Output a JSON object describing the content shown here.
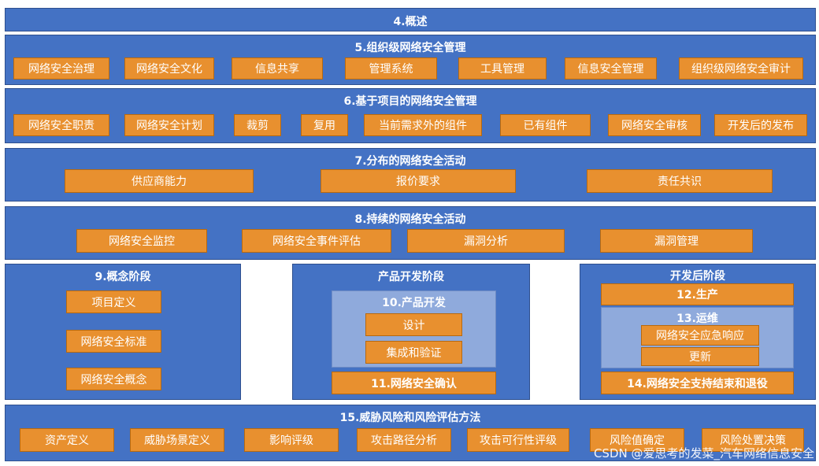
{
  "s4": {
    "title": "4.概述"
  },
  "s5": {
    "title": "5.组织级网络安全管理",
    "items": [
      "网络安全治理",
      "网络安全文化",
      "信息共享",
      "管理系统",
      "工具管理",
      "信息安全管理",
      "组织级网络安全审计"
    ]
  },
  "s6": {
    "title": "6.基于项目的网络安全管理",
    "items": [
      "网络安全职责",
      "网络安全计划",
      "裁剪",
      "复用",
      "当前需求外的组件",
      "已有组件",
      "网络安全审核",
      "开发后的发布"
    ]
  },
  "s7": {
    "title": "7.分布的网络安全活动",
    "items": [
      "供应商能力",
      "报价要求",
      "责任共识"
    ]
  },
  "s8": {
    "title": "8.持续的网络安全活动",
    "items": [
      "网络安全监控",
      "网络安全事件评估",
      "漏洞分析",
      "漏洞管理"
    ]
  },
  "s9": {
    "title": "9.概念阶段",
    "items": [
      "项目定义",
      "网络安全标准",
      "网络安全概念"
    ]
  },
  "dev": {
    "title": "产品开发阶段",
    "sub_title": "10.产品开发",
    "sub_items": [
      "设计",
      "集成和验证"
    ],
    "footer": "11.网络安全确认"
  },
  "post": {
    "title": "开发后阶段",
    "prod": "12.生产",
    "ops_title": "13.运维",
    "ops_items": [
      "网络安全应急响应",
      "更新"
    ],
    "footer": "14.网络安全支持结束和退役"
  },
  "s15": {
    "title": "15.威胁风险和风险评估方法",
    "items": [
      "资产定义",
      "威胁场景定义",
      "影响评级",
      "攻击路径分析",
      "攻击可行性评级",
      "风险值确定",
      "风险处置决策"
    ]
  },
  "watermark": "CSDN @爱思考的发菜_汽车网络信息安全"
}
